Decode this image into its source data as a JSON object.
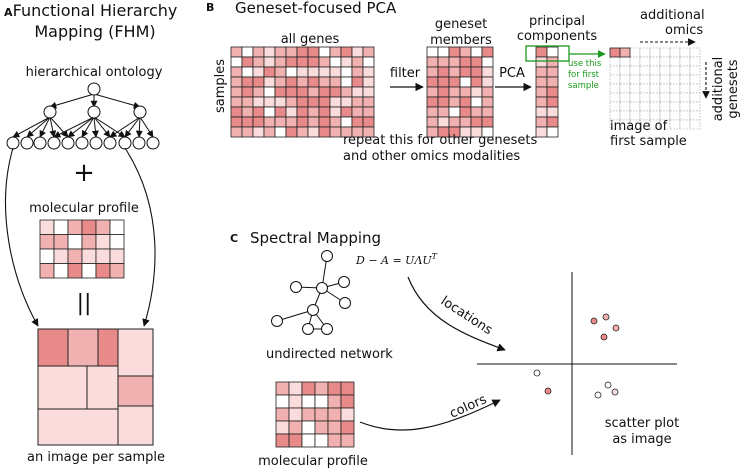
{
  "panel_a": {
    "letter": "A",
    "title_line1": "Functional Hierarchy",
    "title_line2": "Mapping (FHM)",
    "ontology_label": "hierarchical ontology",
    "plus": "+",
    "profile_label": "molecular profile",
    "equals": "||",
    "output_label": "an image per sample"
  },
  "panel_b": {
    "letter": "B",
    "title": "Geneset-focused PCA",
    "all_genes_label": "all genes",
    "samples_label": "samples",
    "filter_label": "filter",
    "members_line1": "geneset",
    "members_line2": "members",
    "pca_label": "PCA",
    "pc_line1": "principal",
    "pc_line2": "components",
    "use_line1": "use this",
    "use_line2": "for first",
    "use_line3": "sample",
    "omics_line1": "additional",
    "omics_line2": "omics",
    "genesets_line1": "additional",
    "genesets_line2": "genesets",
    "image_line1": "image of",
    "image_line2": "first sample",
    "repeat_line1": "repeat this for other genesets",
    "repeat_line2": "and other omics modalities",
    "accent_color": "#1a9a1a"
  },
  "panel_c": {
    "letter": "C",
    "title": "Spectral Mapping",
    "network_label": "undirected network",
    "equation": "D − A = UΛU",
    "equation_sup": "T",
    "locations_label": "locations",
    "colors_label": "colors",
    "profile_label": "molecular profile",
    "scatter_line1": "scatter plot",
    "scatter_line2": "as image"
  },
  "palette": {
    "strong": "#e88a8a",
    "mid": "#f2b1b1",
    "light": "#fbdcdc",
    "blank": "#ffffff",
    "stroke": "#222222"
  }
}
